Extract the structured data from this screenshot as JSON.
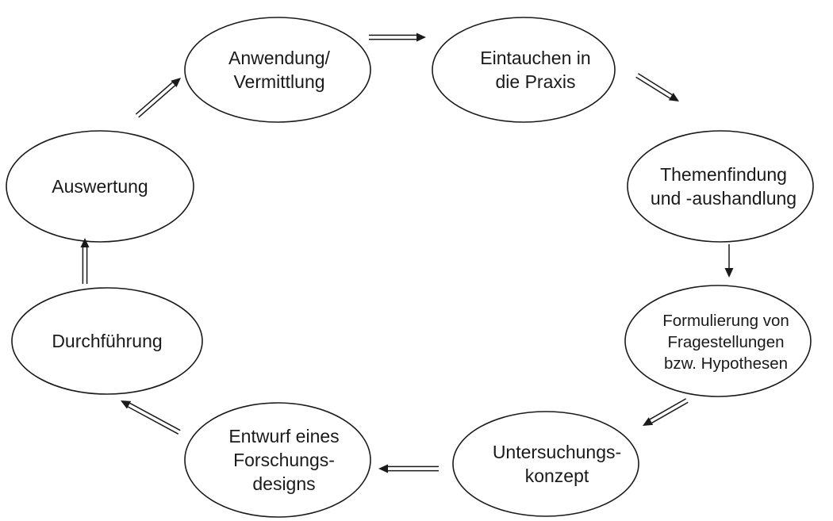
{
  "diagram": {
    "type": "cycle",
    "nodes": [
      {
        "id": "anwendung",
        "lines": [
          "Anwendung/",
          "Vermittlung"
        ]
      },
      {
        "id": "eintauchen",
        "lines": [
          "Eintauchen in",
          "die Praxis"
        ]
      },
      {
        "id": "themenfindung",
        "lines": [
          "Themenfindung",
          "und -aushandlung"
        ]
      },
      {
        "id": "formulierung",
        "lines": [
          "Formulierung von",
          "Fragestellungen",
          "bzw. Hypothesen"
        ]
      },
      {
        "id": "untersuchung",
        "lines": [
          "Untersuchungs-",
          "konzept"
        ]
      },
      {
        "id": "entwurf",
        "lines": [
          "Entwurf eines",
          "Forschungs-",
          "designs"
        ]
      },
      {
        "id": "durchfuehrung",
        "lines": [
          "Durchführung"
        ]
      },
      {
        "id": "auswertung",
        "lines": [
          "Auswertung"
        ]
      }
    ],
    "edges": [
      {
        "from": "anwendung",
        "to": "eintauchen",
        "style": "double"
      },
      {
        "from": "eintauchen",
        "to": "themenfindung",
        "style": "double"
      },
      {
        "from": "themenfindung",
        "to": "formulierung",
        "style": "single"
      },
      {
        "from": "formulierung",
        "to": "untersuchung",
        "style": "double"
      },
      {
        "from": "untersuchung",
        "to": "entwurf",
        "style": "double"
      },
      {
        "from": "entwurf",
        "to": "durchfuehrung",
        "style": "double"
      },
      {
        "from": "durchfuehrung",
        "to": "auswertung",
        "style": "double"
      },
      {
        "from": "auswertung",
        "to": "anwendung",
        "style": "double"
      }
    ]
  }
}
